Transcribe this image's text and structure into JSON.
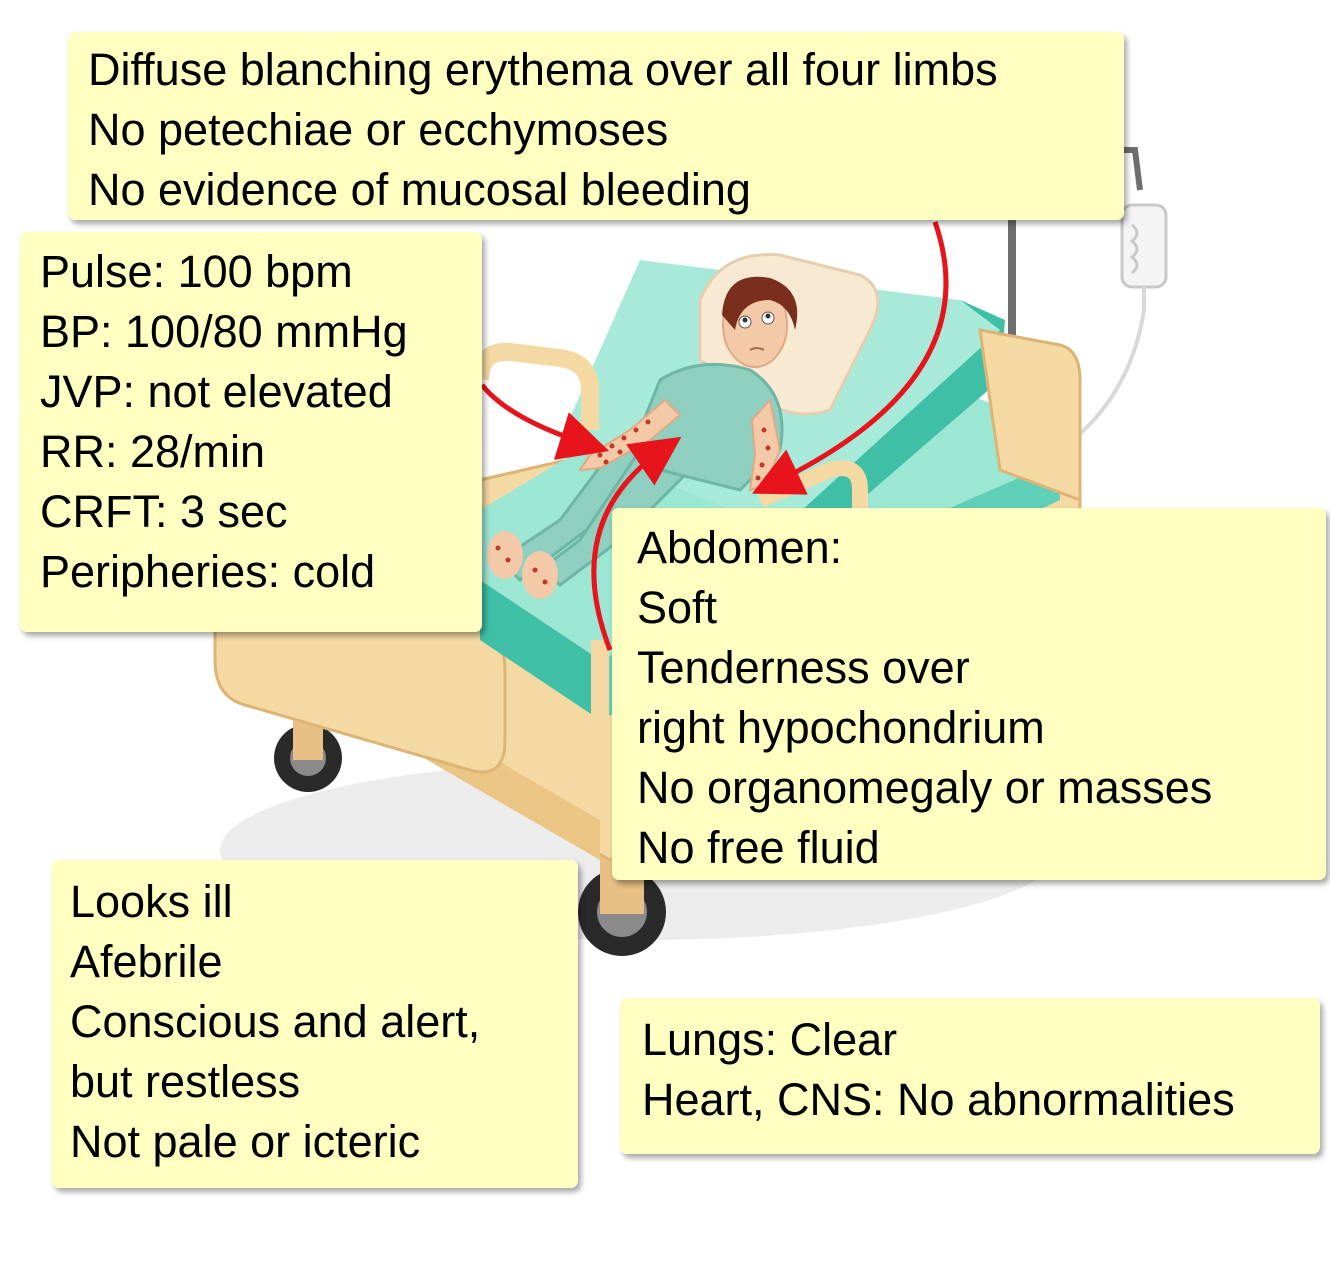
{
  "skin": {
    "lines": [
      "Diffuse blanching erythema over all four limbs",
      "No petechiae or ecchymoses",
      "No evidence of mucosal bleeding"
    ]
  },
  "vitals": {
    "lines": [
      "Pulse: 100 bpm",
      "BP: 100/80 mmHg",
      "JVP: not elevated",
      "RR: 28/min",
      "CRFT: 3 sec",
      "Peripheries: cold"
    ]
  },
  "abdomen": {
    "lines": [
      "Abdomen:",
      "Soft",
      "Tenderness over",
      "right hypochondrium",
      "No organomegaly or masses",
      "No free fluid"
    ]
  },
  "general": {
    "lines": [
      "Looks ill",
      "Afebrile",
      "Conscious and alert,",
      "but restless",
      "Not pale or icteric"
    ]
  },
  "systems": {
    "lines": [
      "Lungs: Clear",
      "Heart, CNS: No abnormalities"
    ]
  },
  "colors": {
    "note_background": "#ffffc2",
    "arrow": "#e8141b",
    "mattress": "#9ce6d4",
    "bed_frame": "#f5d9a3",
    "gown": "#8ecfc0",
    "rash": "#c0392b"
  },
  "icons": [
    "hospital-bed-icon",
    "patient-icon",
    "iv-drip-icon",
    "arrow-icon"
  ]
}
